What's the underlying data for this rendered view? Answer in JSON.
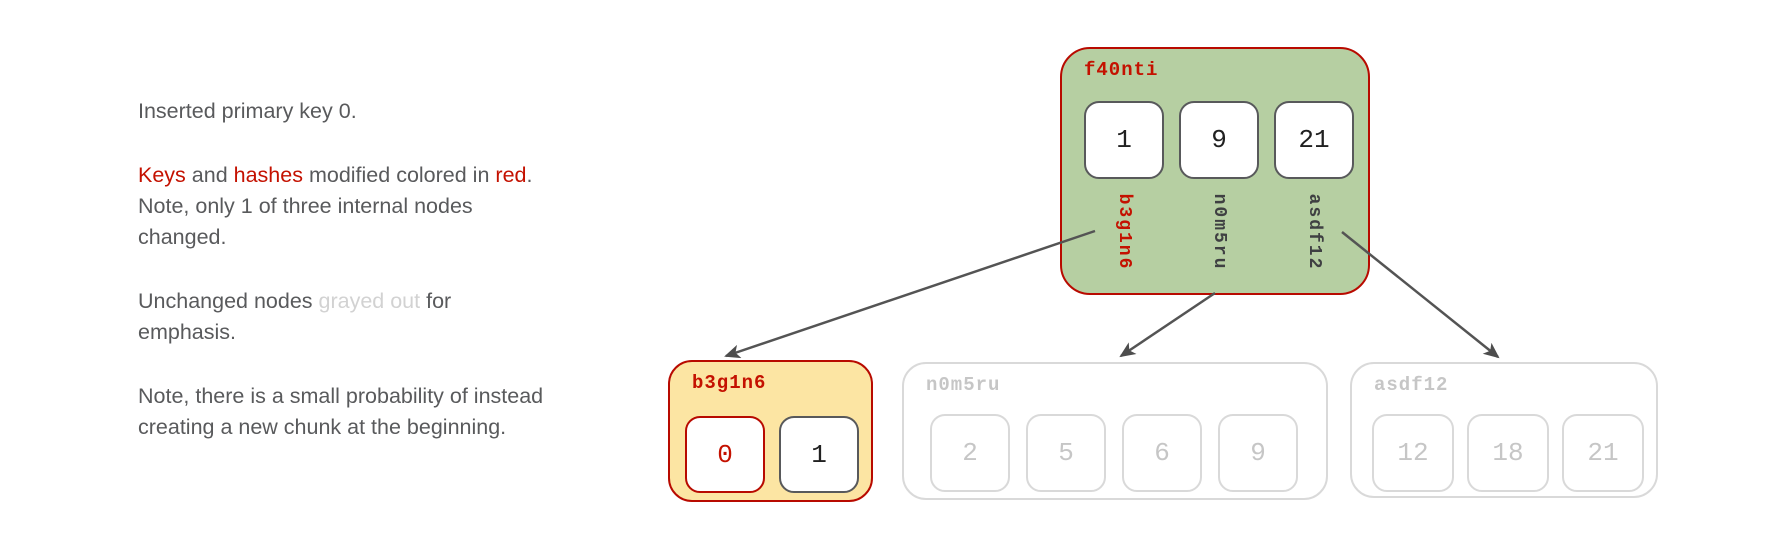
{
  "colors": {
    "red-line": "#b80a00",
    "red-text": "#c41100",
    "green-fill": "#b6cfa2",
    "yellow-fill": "#fce5a3",
    "gray-line": "#d9d9d9",
    "gray-text": "#c6c6c6",
    "key-border": "#58595b",
    "key-text": "#212121",
    "body-text": "#595a5c",
    "faded-text": "#d2d2d2",
    "arrow": "#545454"
  },
  "notes": {
    "para1": "Inserted primary key 0.",
    "para2": {
      "keys": "Keys",
      "sep1": " and ",
      "hashes": "hashes",
      "sep2": " modified colored in ",
      "red": "red",
      "period": ".",
      "line2": "Note, only 1 of three internal nodes",
      "line3": "changed."
    },
    "para3": {
      "pre": "Unchanged nodes ",
      "grayed": "grayed out",
      "post": " for",
      "line2": "emphasis."
    },
    "para4": {
      "line1": "Note, there is a small probability of instead",
      "line2": "creating a new chunk at the beginning."
    }
  },
  "tree": {
    "root": {
      "hash": "f40nti",
      "keys": [
        "1",
        "9",
        "21"
      ],
      "child_hashes": [
        "b3g1n6",
        "n0m5ru",
        "asdf12"
      ],
      "modified_child": "b3g1n6"
    },
    "children": [
      {
        "hash": "b3g1n6",
        "state": "modified",
        "keys": [
          "0",
          "1"
        ],
        "modified_key": "0"
      },
      {
        "hash": "n0m5ru",
        "state": "unchanged",
        "keys": [
          "2",
          "5",
          "6",
          "9"
        ]
      },
      {
        "hash": "asdf12",
        "state": "unchanged",
        "keys": [
          "12",
          "18",
          "21"
        ]
      }
    ]
  }
}
